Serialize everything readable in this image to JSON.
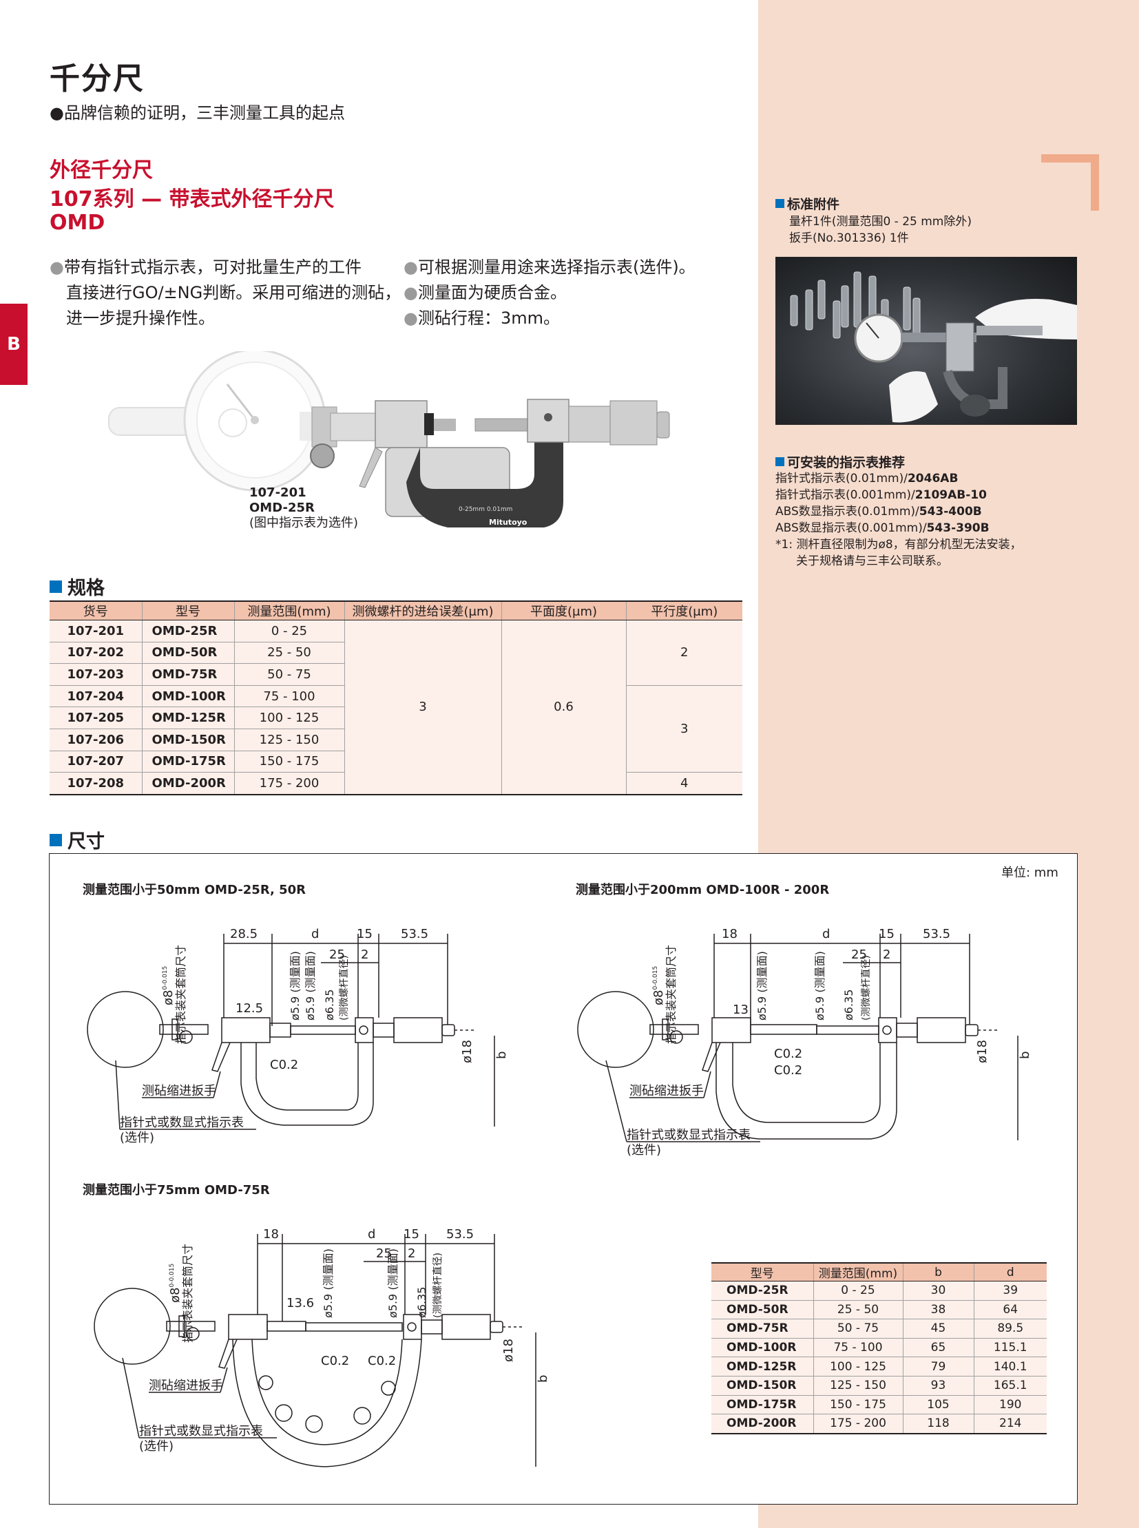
{
  "side_tab": "B",
  "title": "千分尺",
  "subtitle": "●品牌信赖的证明，三丰测量工具的起点",
  "category": "外径千分尺",
  "series": "107系列 — 带表式外径千分尺",
  "model_family": "OMD",
  "features_left": [
    "带有指针式指示表，可对批量生产的工件",
    "直接进行GO/±NG判断。采用可缩进的测砧，",
    "进一步提升操作性。"
  ],
  "features_right": [
    "可根据测量用途来选择指示表(选件)。",
    "测量面为硬质合金。",
    "测砧行程：3mm。"
  ],
  "product_image": {
    "code": "107-201",
    "model": "OMD-25R",
    "note": "(图中指示表为选件)",
    "frame_marks": "0-25mm    0.01mm",
    "brand": "Mitutoyo"
  },
  "standard_accessories": {
    "heading": "标准附件",
    "lines": [
      "量杆1件(测量范围0 - 25 mm除外)",
      "扳手(No.301336) 1件"
    ]
  },
  "indicator_recommend": {
    "heading": "可安装的指示表推荐",
    "items": [
      {
        "desc": "指针式指示表(0.01mm)/",
        "code": "2046AB"
      },
      {
        "desc": "指针式指示表(0.001mm)/",
        "code": "2109AB-10"
      },
      {
        "desc": "ABS数显指示表(0.01mm)/",
        "code": "543-400B"
      },
      {
        "desc": "ABS数显指示表(0.001mm)/",
        "code": "543-390B"
      }
    ],
    "note_line1": "*1: 测杆直径限制为ø8，有部分机型无法安装，",
    "note_line2": "关于规格请与三丰公司联系。"
  },
  "spec": {
    "heading": "规格",
    "headers": [
      "货号",
      "型号",
      "测量范围(mm)",
      "测微螺杆的进给误差(μm)",
      "平面度(μm)",
      "平行度(μm)"
    ],
    "rows": [
      {
        "code": "107-201",
        "model": "OMD-25R",
        "range": "0 - 25"
      },
      {
        "code": "107-202",
        "model": "OMD-50R",
        "range": "25 - 50"
      },
      {
        "code": "107-203",
        "model": "OMD-75R",
        "range": "50 - 75"
      },
      {
        "code": "107-204",
        "model": "OMD-100R",
        "range": "75 - 100"
      },
      {
        "code": "107-205",
        "model": "OMD-125R",
        "range": "100 - 125"
      },
      {
        "code": "107-206",
        "model": "OMD-150R",
        "range": "125 - 150"
      },
      {
        "code": "107-207",
        "model": "OMD-175R",
        "range": "150 - 175"
      },
      {
        "code": "107-208",
        "model": "OMD-200R",
        "range": "175 - 200"
      }
    ],
    "feed_error": "3",
    "flatness": "0.6",
    "parallelism": [
      "2",
      "3",
      "4"
    ]
  },
  "dimensions": {
    "heading": "尺寸",
    "unit": "单位: mm",
    "drawing1": {
      "title": "测量范围小于50mm  OMD-25R, 50R",
      "d1": "28.5",
      "d2": "d",
      "d3": "15",
      "d4": "53.5",
      "d5": "25",
      "d6": "2",
      "d7": "12.5",
      "phi8": "ø8",
      "phi8_tol": "-0.015",
      "phi8_tol2": "0",
      "holder": "指示表装夹套筒尺寸",
      "face1": "ø5.9 (测量面)",
      "face2": "ø5.9 (测量面)",
      "spindle": "ø6.35",
      "spindle_note": "(测微螺杆直径)",
      "c02": "C0.2",
      "phi18": "ø18",
      "b": "b",
      "wrench": "测砧缩进扳手",
      "indicator": "指针式或数显式指示表",
      "optional": "(选件)"
    },
    "drawing2": {
      "title": "测量范围小于200mm  OMD-100R - 200R",
      "d1": "18",
      "d2": "d",
      "d3": "15",
      "d4": "53.5",
      "d5": "25",
      "d6": "2",
      "d7": "13",
      "phi8": "ø8",
      "phi8_tol": "-0.015",
      "phi8_tol2": "0",
      "holder": "指示表装夹套筒尺寸",
      "face1": "ø5.9 (测量面)",
      "face2": "ø5.9 (测量面)",
      "spindle": "ø6.35",
      "spindle_note": "(测微螺杆直径)",
      "c02a": "C0.2",
      "c02b": "C0.2",
      "phi18": "ø18",
      "b": "b",
      "wrench": "测砧缩进扳手",
      "indicator": "指针式或数显式指示表",
      "optional": "(选件)"
    },
    "drawing3": {
      "title": "测量范围小于75mm  OMD-75R",
      "d1": "18",
      "d2": "d",
      "d3": "15",
      "d4": "53.5",
      "d5": "25",
      "d6": "2",
      "d7": "13.6",
      "phi8": "ø8",
      "phi8_tol": "-0.015",
      "phi8_tol2": "0",
      "holder": "指示表装夹套筒尺寸",
      "face1": "ø5.9 (测量面)",
      "face2": "ø5.9 (测量面)",
      "spindle": "ø6.35",
      "spindle_note": "(测微螺杆直径)",
      "c02a": "C0.2",
      "c02b": "C0.2",
      "phi18": "ø18",
      "b": "b",
      "wrench": "测砧缩进扳手",
      "indicator": "指针式或数显式指示表",
      "optional": "(选件)"
    },
    "table": {
      "headers": [
        "型号",
        "测量范围(mm)",
        "b",
        "d"
      ],
      "rows": [
        [
          "OMD-25R",
          "0 - 25",
          "30",
          "39"
        ],
        [
          "OMD-50R",
          "25 - 50",
          "38",
          "64"
        ],
        [
          "OMD-75R",
          "50 - 75",
          "45",
          "89.5"
        ],
        [
          "OMD-100R",
          "75 - 100",
          "65",
          "115.1"
        ],
        [
          "OMD-125R",
          "100 - 125",
          "79",
          "140.1"
        ],
        [
          "OMD-150R",
          "125 - 150",
          "93",
          "165.1"
        ],
        [
          "OMD-175R",
          "150 - 175",
          "105",
          "190"
        ],
        [
          "OMD-200R",
          "175 - 200",
          "118",
          "214"
        ]
      ]
    }
  }
}
